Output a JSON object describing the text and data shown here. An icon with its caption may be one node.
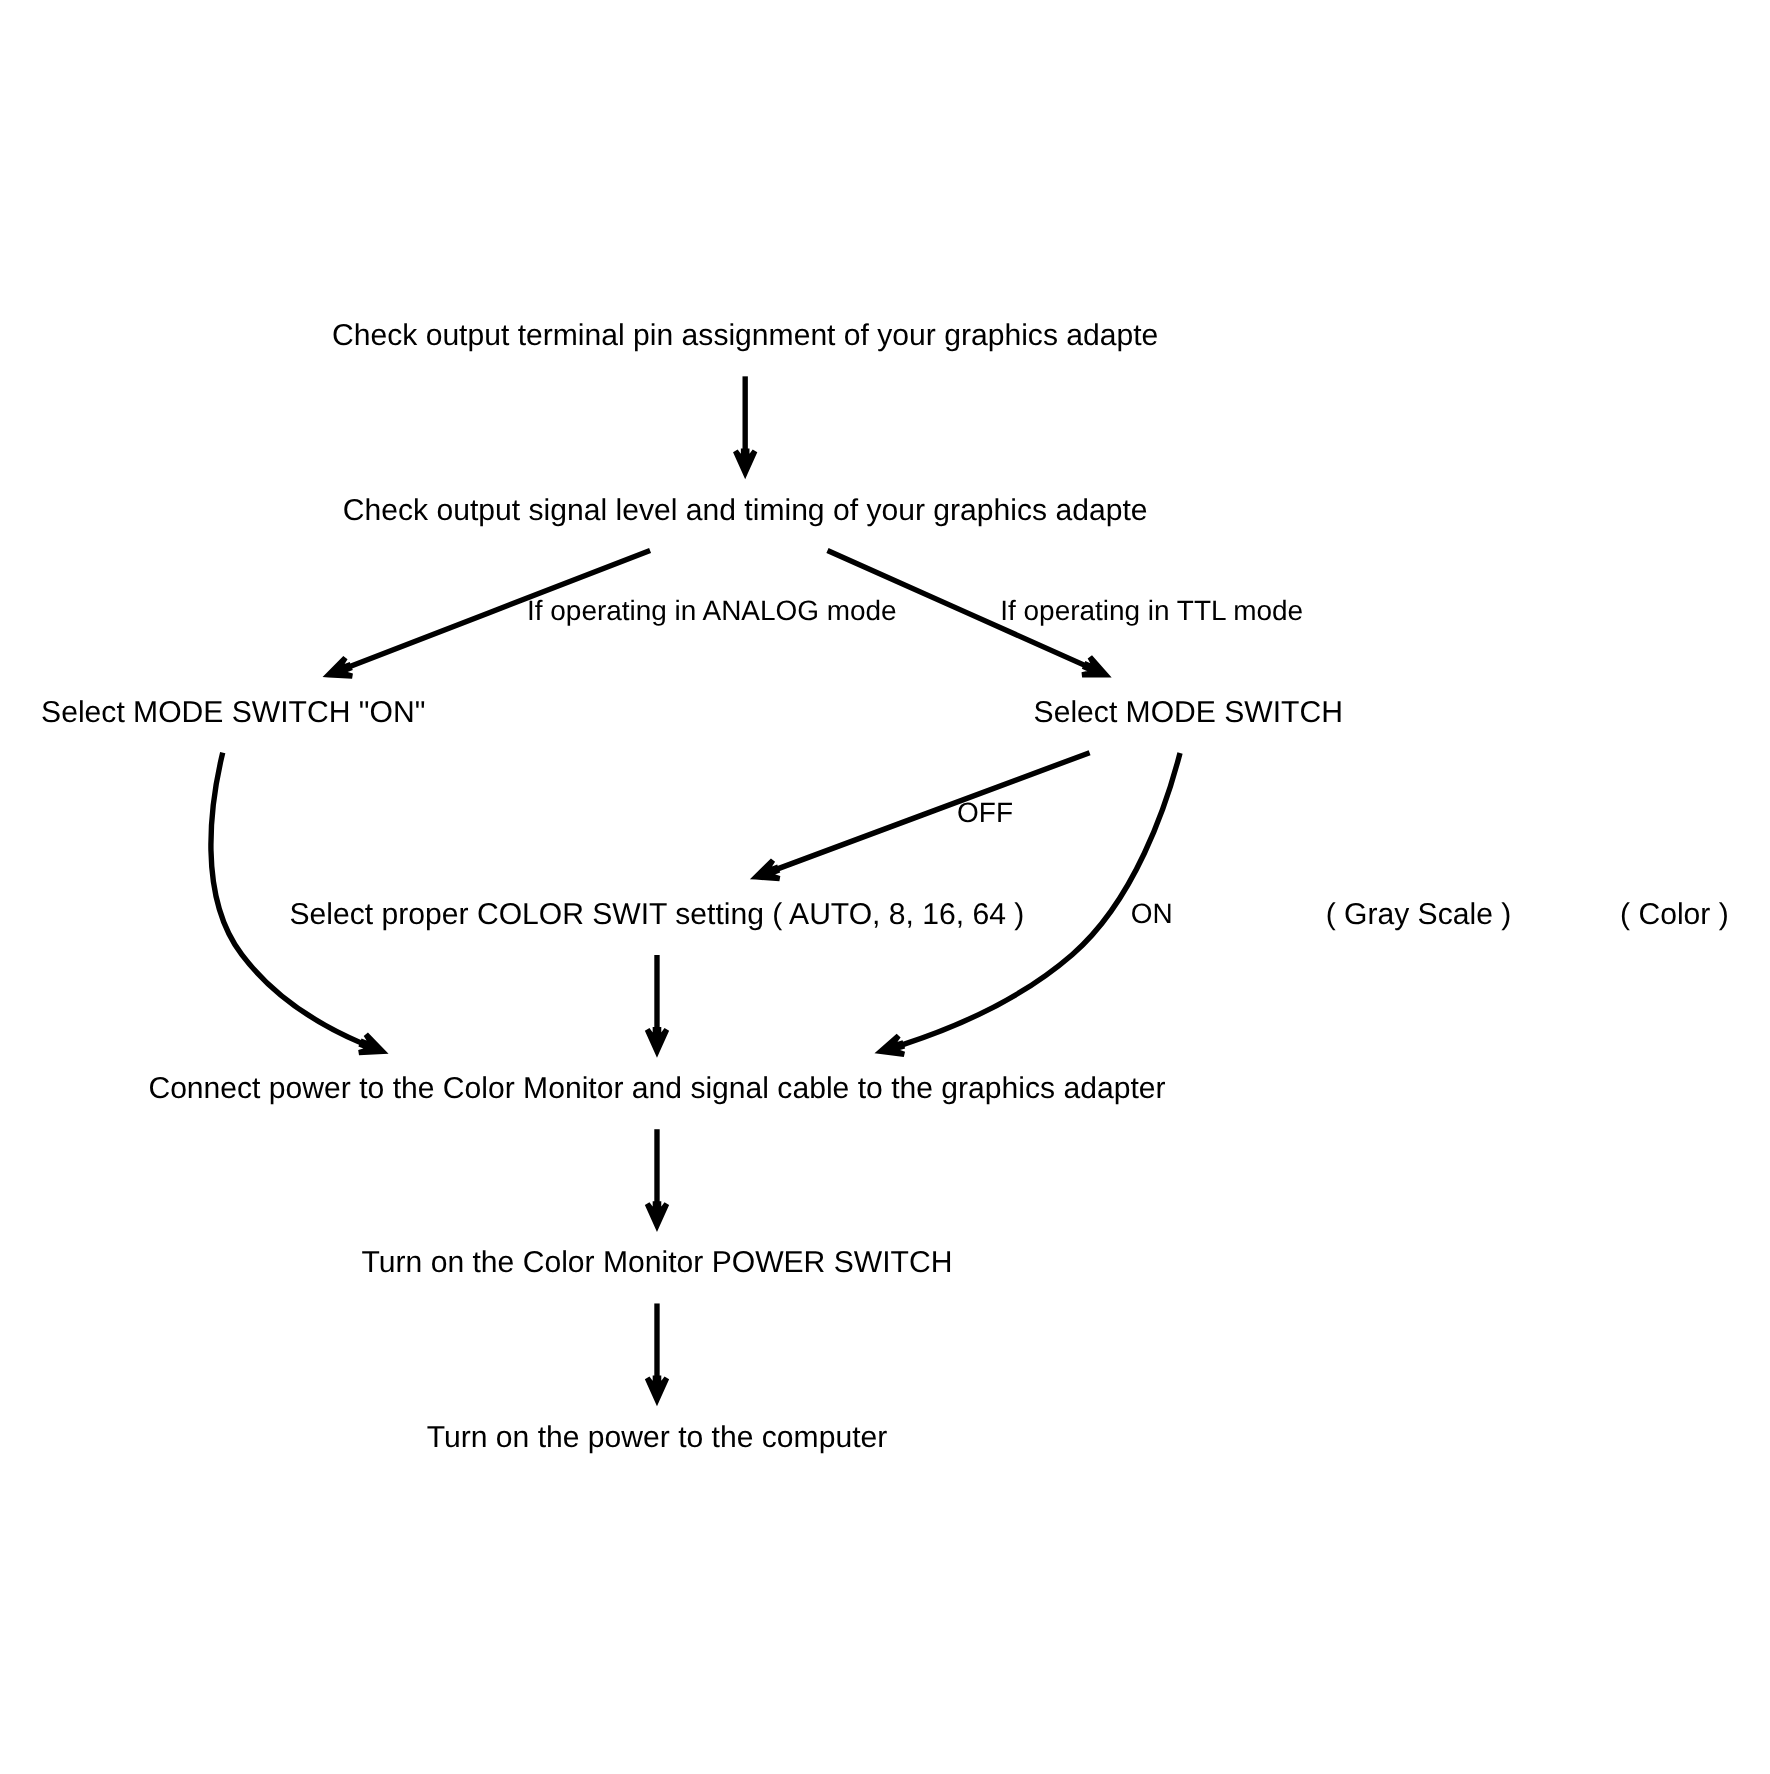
{
  "diagram": {
    "nodes": [
      {
        "text": [
          "Check output terminal pin assignment of your graphics adapte"
        ]
      },
      {
        "text": [
          "Check output signal level and timing of your graphics adapte"
        ]
      },
      {
        "text": [
          "Select MODE SWITCH \"ON\""
        ]
      },
      {
        "text": [
          "Select MODE SWITCH"
        ]
      },
      {
        "text": [
          "Select proper COLOR SWIT setting ( AUTO, 8, 16, 64 )"
        ]
      },
      {
        "text": [
          "Connect power to the Color Monitor and signal cable to the graphics adapter"
        ]
      },
      {
        "text": [
          "Turn on the Color Monitor POWER SWITCH"
        ]
      },
      {
        "text": [
          "Turn on the power to the computer"
        ]
      }
    ],
    "edges": [
      {
        "from": 0,
        "to": 1,
        "arrow": "to"
      },
      {
        "from": 1,
        "to": 2,
        "arrow": "to",
        "label": "If operating in ANALOG mode"
      },
      {
        "from": 1,
        "to": 3,
        "arrow": "to",
        "label": "If operating in TTL mode"
      },
      {
        "from": 3,
        "to": 5,
        "arrow": "to",
        "label": "ON"
      },
      {
        "from": 3,
        "to": 4,
        "arrow": "to",
        "label": "OFF"
      },
      {
        "from": 4,
        "to": 5,
        "arrow": "to"
      },
      {
        "from": 2,
        "to": 5,
        "arrow": "to"
      },
      {
        "from": 5,
        "to": 6,
        "arrow": "to"
      },
      {
        "from": 6,
        "to": 7,
        "arrow": "to"
      }
    ],
    "labels": [
      "( Gray Scale )",
      "( Color )"
    ]
  }
}
